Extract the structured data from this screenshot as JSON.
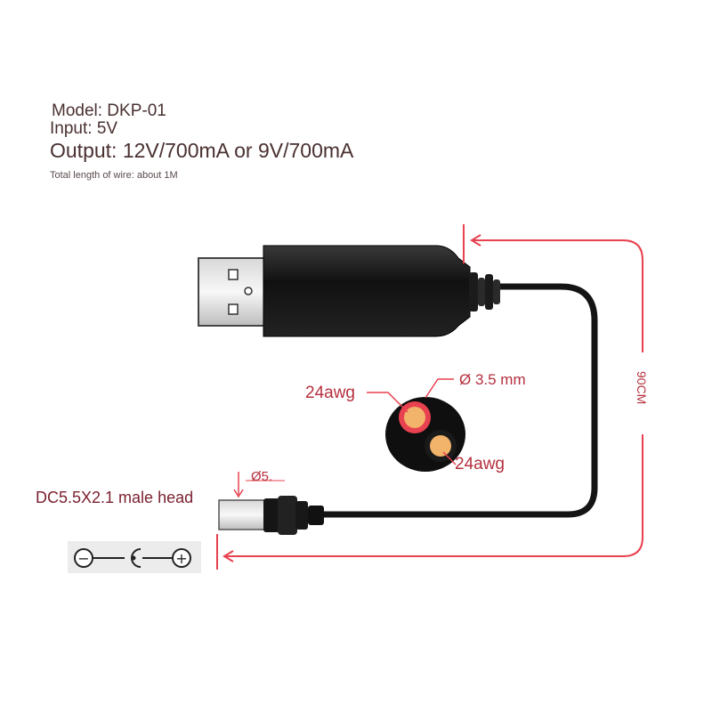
{
  "specs": {
    "model": "Model: DKP-01",
    "input": "Input: 5V",
    "output": "Output: 12V/700mA or 9V/700mA",
    "length": "Total length of wire: about 1M"
  },
  "callouts": {
    "wire_top_awg": "24awg",
    "wire_bottom_awg": "24awg",
    "cable_diameter": "Ø 3.5 mm",
    "plug_diameter": "Ø5.",
    "length_label": "90CM",
    "plug_label": "DC5.5X2.1 male head"
  },
  "polarity": {
    "left_symbol": "−",
    "right_symbol": "+"
  },
  "colors": {
    "accent": "#e8414f",
    "cable": "#1a1a1a",
    "copper": "#f2b36a",
    "text": "#4a3030"
  }
}
